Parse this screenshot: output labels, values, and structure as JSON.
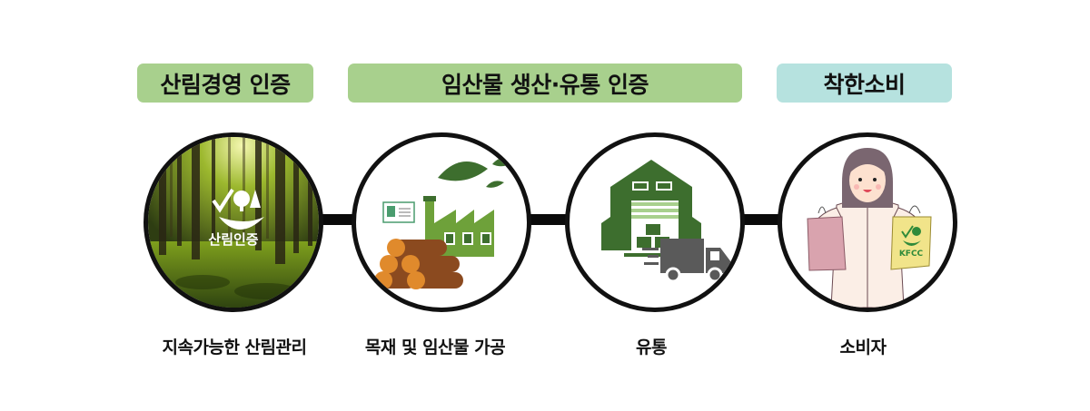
{
  "header_badges": [
    {
      "label": "산림경영 인증",
      "color": "#a8d08d"
    },
    {
      "label": "임산물 생산·유통 인증",
      "color": "#a8d08d"
    },
    {
      "label": "착한소비",
      "color": "#b6e2df"
    }
  ],
  "stages": [
    {
      "caption": "지속가능한 산림관리",
      "icon": "forest-photo",
      "overlay_text": "산림인증"
    },
    {
      "caption": "목재 및 임산물 가공",
      "icon": "factory-logs-icon"
    },
    {
      "caption": "유통",
      "icon": "warehouse-truck-icon"
    },
    {
      "caption": "소비자",
      "icon": "consumer-shopping-icon",
      "bag_label": "KFCC"
    }
  ],
  "colors": {
    "dark_green": "#3d6e2e",
    "mid_green": "#6ea13a",
    "truck_gray": "#5a5a5a",
    "wood": "#a0522d",
    "line": "#0a0a0a"
  }
}
